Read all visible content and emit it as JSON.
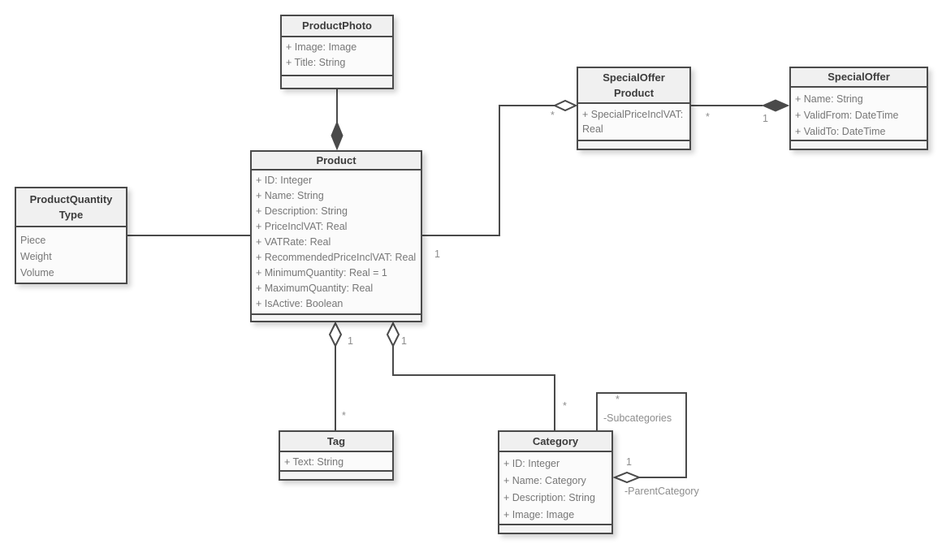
{
  "diagram": {
    "classes": {
      "product_photo": {
        "title": [
          "ProductPhoto"
        ],
        "attributes": [
          "+ Image: Image",
          "+ Title: String"
        ]
      },
      "product": {
        "title": [
          "Product"
        ],
        "attributes": [
          "+ ID: Integer",
          "+ Name: String",
          "+ Description: String",
          "+ PriceInclVAT: Real",
          "+ VATRate: Real",
          "+ RecommendedPriceInclVAT: Real",
          "+ MinimumQuantity: Real = 1",
          "+ MaximumQuantity: Real",
          "+ IsActive: Boolean"
        ]
      },
      "product_quantity_type": {
        "title": [
          "ProductQuantity",
          "Type"
        ],
        "attributes": [
          "Piece",
          "Weight",
          "Volume"
        ]
      },
      "special_offer_product": {
        "title": [
          "SpecialOffer",
          "Product"
        ],
        "attributes": [
          "+ SpecialPriceInclVAT: Real"
        ]
      },
      "special_offer": {
        "title": [
          "SpecialOffer"
        ],
        "attributes": [
          "+ Name: String",
          "+ ValidFrom: DateTime",
          "+ ValidTo: DateTime"
        ]
      },
      "tag": {
        "title": [
          "Tag"
        ],
        "attributes": [
          "+ Text: String"
        ]
      },
      "category": {
        "title": [
          "Category"
        ],
        "attributes": [
          "+ ID: Integer",
          "+ Name: Category",
          "+ Description: String",
          "+ Image: Image"
        ]
      }
    },
    "edge_labels": [
      "1",
      "*",
      "*",
      "1",
      "1",
      "1",
      "*",
      "*",
      "*",
      "-Subcategories",
      "1",
      "-ParentCategory"
    ],
    "colors": {
      "border": "#4a4a4a",
      "header_fill": "#f0f0f0",
      "body_fill": "#fbfbfb",
      "title_text": "#3c3c3c",
      "attribute_text": "#777777",
      "label_text": "#8d8d8d",
      "canvas": "#ffffff"
    }
  }
}
